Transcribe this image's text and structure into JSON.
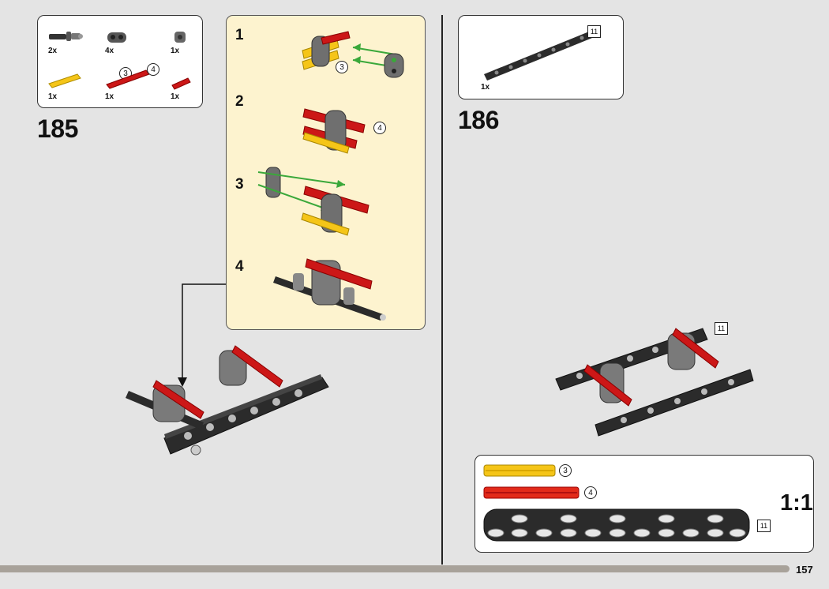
{
  "step_185": {
    "number": "185",
    "parts": [
      {
        "qty": "2x",
        "icon": "pin-connector-icon"
      },
      {
        "qty": "4x",
        "icon": "perpendicular-connector-icon"
      },
      {
        "qty": "1x",
        "icon": "bush-icon"
      },
      {
        "qty": "1x",
        "icon": "yellow-axle-icon",
        "length": "3"
      },
      {
        "qty": "1x",
        "icon": "red-axle-icon",
        "length": "4"
      },
      {
        "qty": "1x",
        "icon": "small-red-axle-icon"
      }
    ],
    "substeps": [
      "1",
      "2",
      "3",
      "4"
    ],
    "callouts": {
      "s1": "3",
      "s2": "4"
    }
  },
  "step_186": {
    "number": "186",
    "parts": [
      {
        "qty": "1x",
        "icon": "beam-icon",
        "length": "11"
      }
    ],
    "model_callout": "11"
  },
  "scale_box": {
    "label": "1:1",
    "items": [
      {
        "icon": "yellow-axle-icon",
        "length": "3"
      },
      {
        "icon": "red-axle-icon",
        "length": "4"
      },
      {
        "icon": "beam-icon",
        "length": "11"
      }
    ]
  },
  "page_number": "157",
  "colors": {
    "yellow": "#f5c518",
    "red": "#cc1717",
    "dark": "#2b2b2b",
    "gray": "#8c8c8c",
    "panel": "#fdf3cf"
  }
}
